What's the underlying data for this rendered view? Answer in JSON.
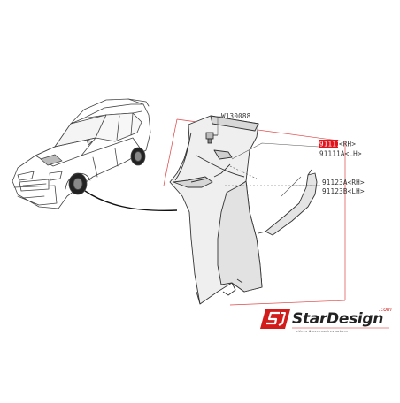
{
  "diagram": {
    "part_labels": {
      "clip": "W130088",
      "fender_rh": "91111",
      "fender_rh_suffix": "<RH>",
      "fender_lh": "91111A<LH>",
      "cover_rh": "91123A<RH>",
      "cover_lh": "91123B<LH>"
    },
    "highlight_color": "#e0141c",
    "line_color": "#555555"
  },
  "branding": {
    "logo_text": "StarDesign",
    "logo_domain": ".com",
    "logo_tagline": "pièces & accessoires subaru",
    "logo_color": "#d21c1c"
  }
}
